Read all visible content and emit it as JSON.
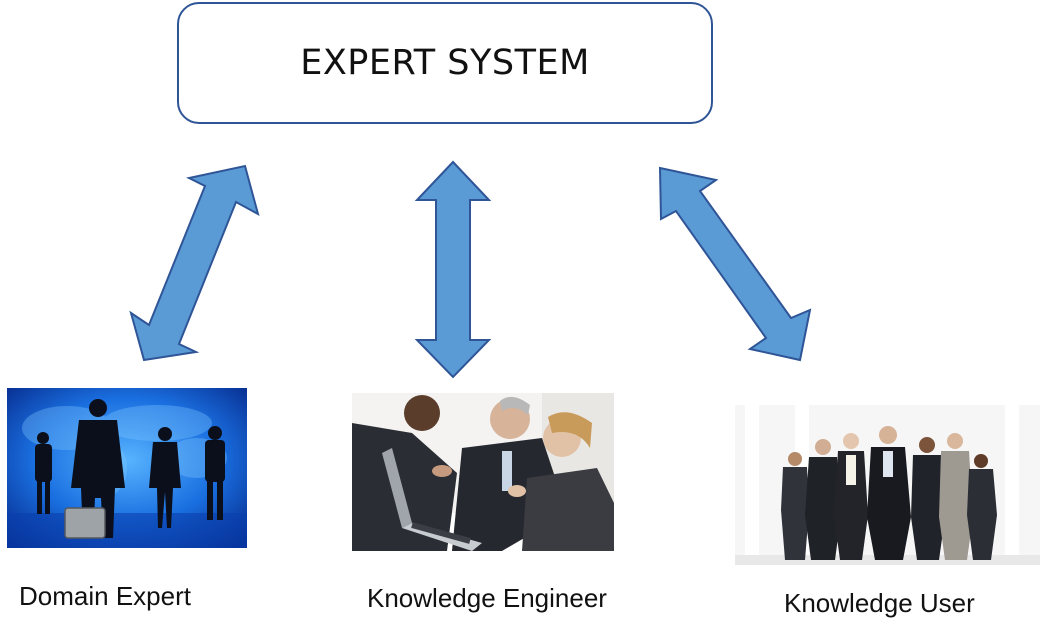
{
  "expert_system": {
    "title": "EXPERT SYSTEM"
  },
  "roles": [
    {
      "label": "Domain Expert",
      "image": "domain-expert-silhouettes-on-world-map"
    },
    {
      "label": "Knowledge Engineer",
      "image": "business-team-at-laptop"
    },
    {
      "label": "Knowledge User",
      "image": "group-of-business-people"
    }
  ],
  "colors": {
    "arrow_fill": "#5b9bd5",
    "arrow_stroke": "#2f5597",
    "box_border": "#2f5597"
  }
}
